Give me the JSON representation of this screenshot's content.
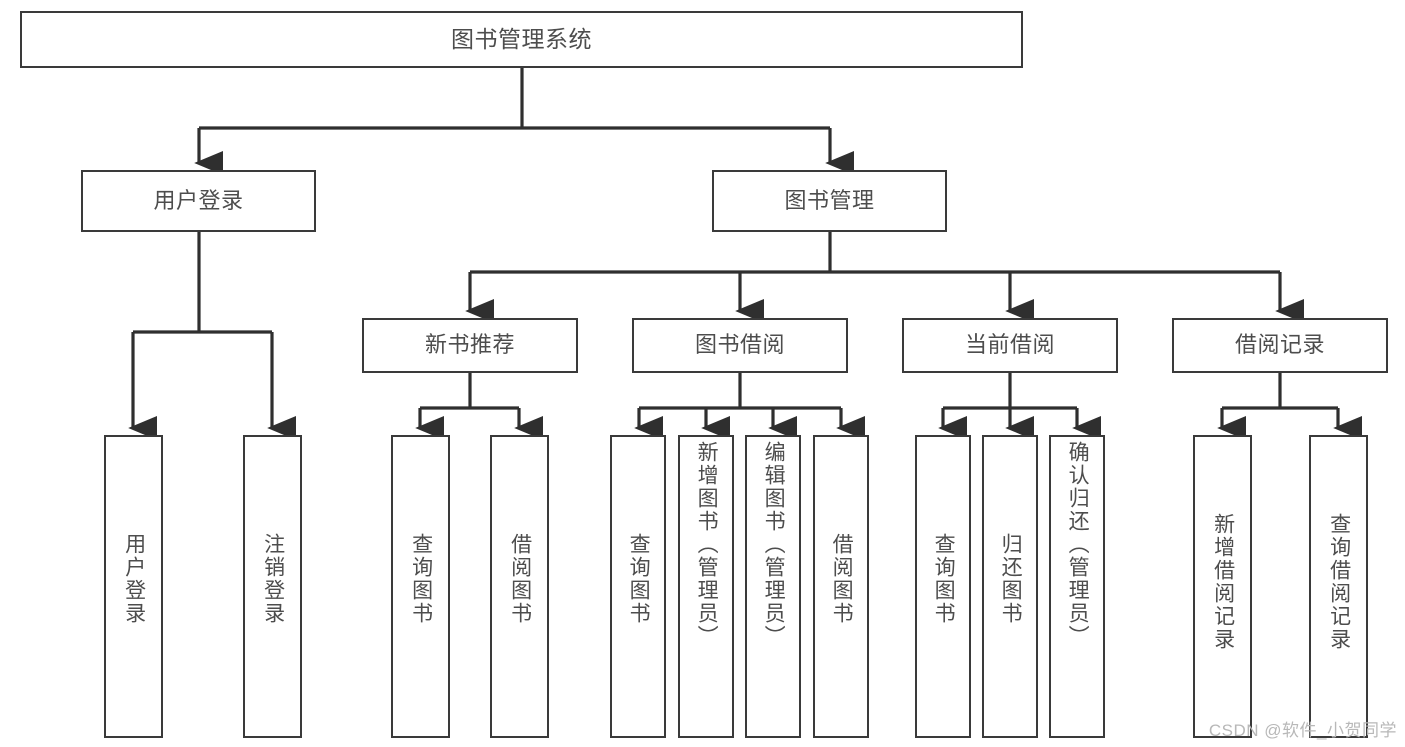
{
  "diagram": {
    "type": "tree",
    "title": "图书管理系统",
    "watermark": "CSDN @软件_小贺同学",
    "colors": {
      "box_border": "#3a3a3a",
      "box_fill": "#ffffff",
      "text": "#4d4d4d",
      "connector": "#2f2f2f",
      "watermark": "#b8b8b8",
      "background": "#ffffff"
    },
    "root": {
      "label": "图书管理系统"
    },
    "level2": [
      {
        "label": "用户登录"
      },
      {
        "label": "图书管理"
      }
    ],
    "level3": [
      {
        "label": "新书推荐"
      },
      {
        "label": "图书借阅"
      },
      {
        "label": "当前借阅"
      },
      {
        "label": "借阅记录"
      }
    ],
    "leaves": {
      "user_login": [
        {
          "label": "用户登录"
        },
        {
          "label": "注销登录"
        }
      ],
      "new_book_recommend": [
        {
          "label": "查询图书"
        },
        {
          "label": "借阅图书"
        }
      ],
      "book_borrow": [
        {
          "label": "查询图书"
        },
        {
          "label": "新增图书（管理员）"
        },
        {
          "label": "编辑图书（管理员）"
        },
        {
          "label": "借阅图书"
        }
      ],
      "current_borrow": [
        {
          "label": "查询图书"
        },
        {
          "label": "归还图书"
        },
        {
          "label": "确认归还（管理员）"
        }
      ],
      "borrow_record": [
        {
          "label": "新增借阅记录"
        },
        {
          "label": "查询借阅记录"
        }
      ]
    }
  }
}
